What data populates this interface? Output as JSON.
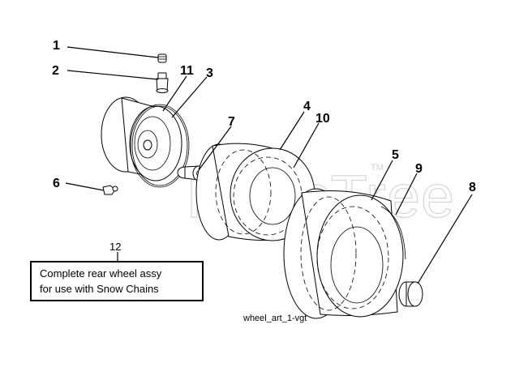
{
  "callouts": [
    {
      "id": "1",
      "label": "1"
    },
    {
      "id": "2",
      "label": "2"
    },
    {
      "id": "11",
      "label": "11"
    },
    {
      "id": "3",
      "label": "3"
    },
    {
      "id": "7",
      "label": "7"
    },
    {
      "id": "4",
      "label": "4"
    },
    {
      "id": "10",
      "label": "10"
    },
    {
      "id": "5",
      "label": "5"
    },
    {
      "id": "9",
      "label": "9"
    },
    {
      "id": "6",
      "label": "6"
    },
    {
      "id": "8",
      "label": "8"
    },
    {
      "id": "12",
      "label": "12"
    }
  ],
  "note": {
    "line1": "Complete rear wheel assy",
    "line2": "for use with Snow Chains"
  },
  "watermark": {
    "text": "PartsTree",
    "trademark": "TM"
  },
  "caption": "wheel_art_1-vgt"
}
